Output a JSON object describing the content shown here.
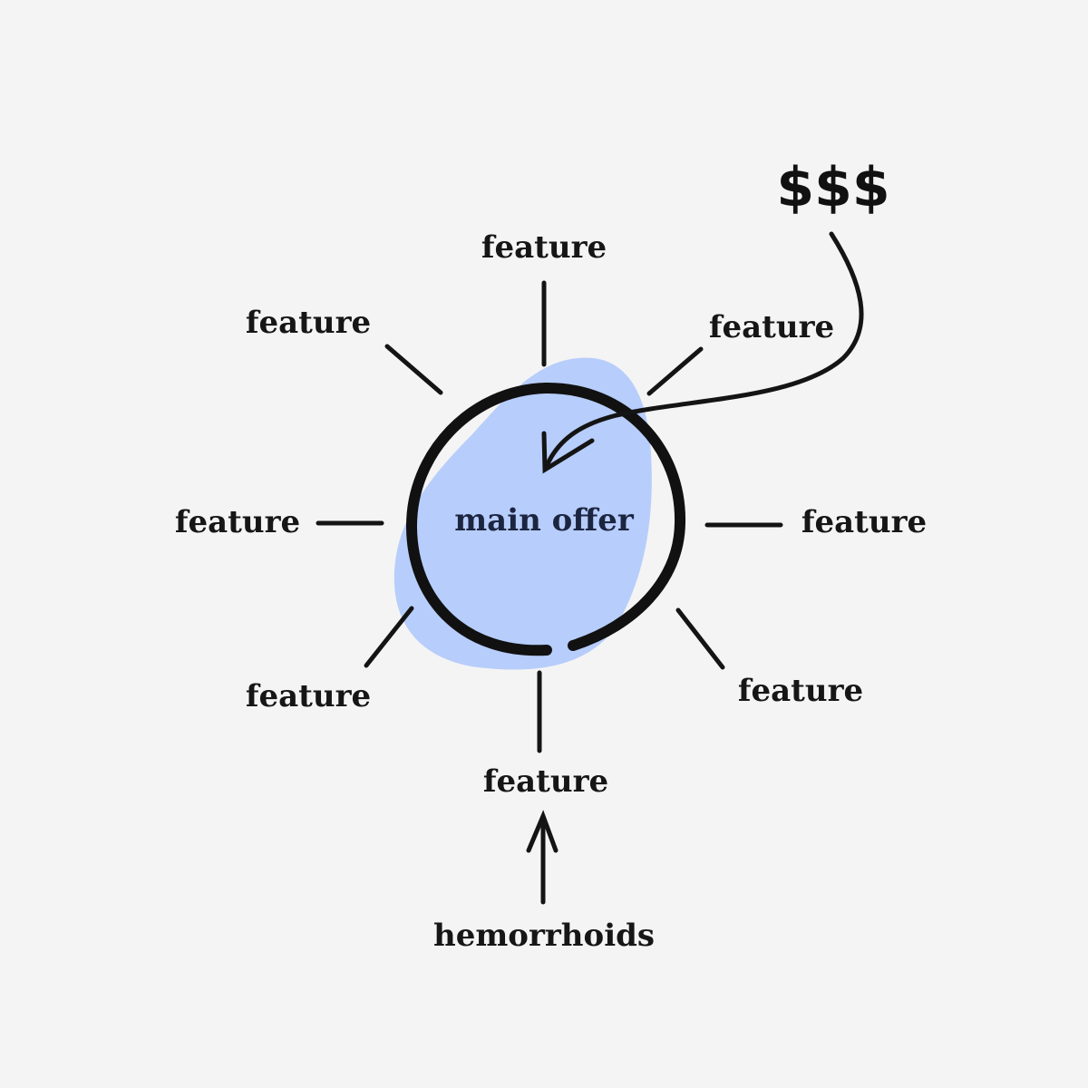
{
  "center_label": "main offer",
  "money_label": "$$$",
  "bottom_label": "hemorrhoids",
  "features": [
    "feature",
    "feature",
    "feature",
    "feature",
    "feature",
    "feature",
    "feature",
    "feature"
  ],
  "colors": {
    "background": "#f4f4f4",
    "blob": "#b7cdfb",
    "ink": "#141414"
  }
}
